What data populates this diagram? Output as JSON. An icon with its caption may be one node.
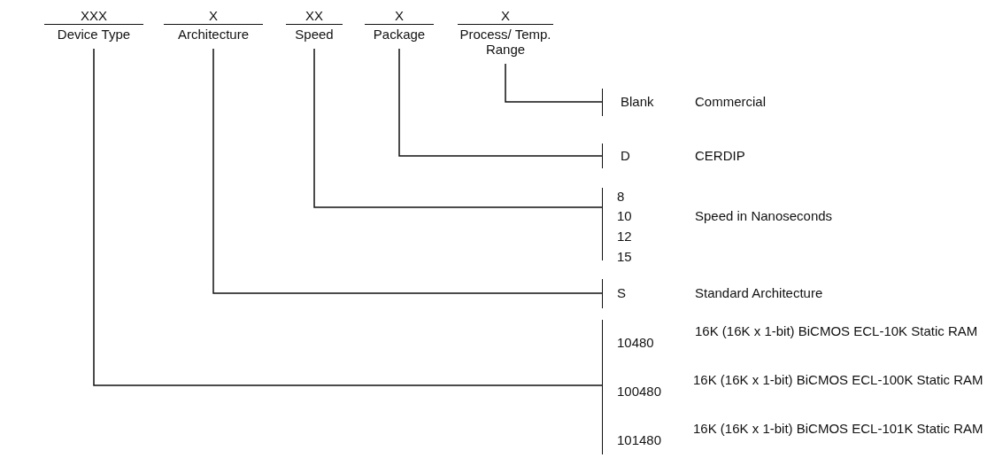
{
  "diagram": {
    "nodes": [
      {
        "text": [
          "XXX",
          "Device Type"
        ]
      },
      {
        "text": [
          "X",
          "Architecture"
        ]
      },
      {
        "text": [
          "XX",
          "Speed"
        ]
      },
      {
        "text": [
          "X",
          "Package"
        ]
      },
      {
        "text": [
          "X",
          "Process/ Temp. Range"
        ]
      },
      {
        "text": [
          "Blank",
          "Commercial"
        ]
      },
      {
        "text": [
          "D",
          "CERDIP"
        ]
      },
      {
        "text": [
          "8",
          "10",
          "12",
          "15",
          "Speed in Nanoseconds"
        ]
      },
      {
        "text": [
          "S",
          "Standard Architecture"
        ]
      },
      {
        "text": [
          "10480",
          "16K (16K x 1-bit) BiCMOS ECL-10K Static RAM",
          "100480",
          "16K (16K x 1-bit) BiCMOS ECL-100K Static RAM",
          "101480",
          "16K (16K x 1-bit) BiCMOS ECL-101K Static RAM"
        ]
      }
    ],
    "edges": [
      {
        "from": 4,
        "to": 5,
        "arrow": "none"
      },
      {
        "from": 3,
        "to": 6,
        "arrow": "none"
      },
      {
        "from": 2,
        "to": 7,
        "arrow": "none"
      },
      {
        "from": 1,
        "to": 8,
        "arrow": "none"
      },
      {
        "from": 0,
        "to": 9,
        "arrow": "none"
      }
    ]
  }
}
